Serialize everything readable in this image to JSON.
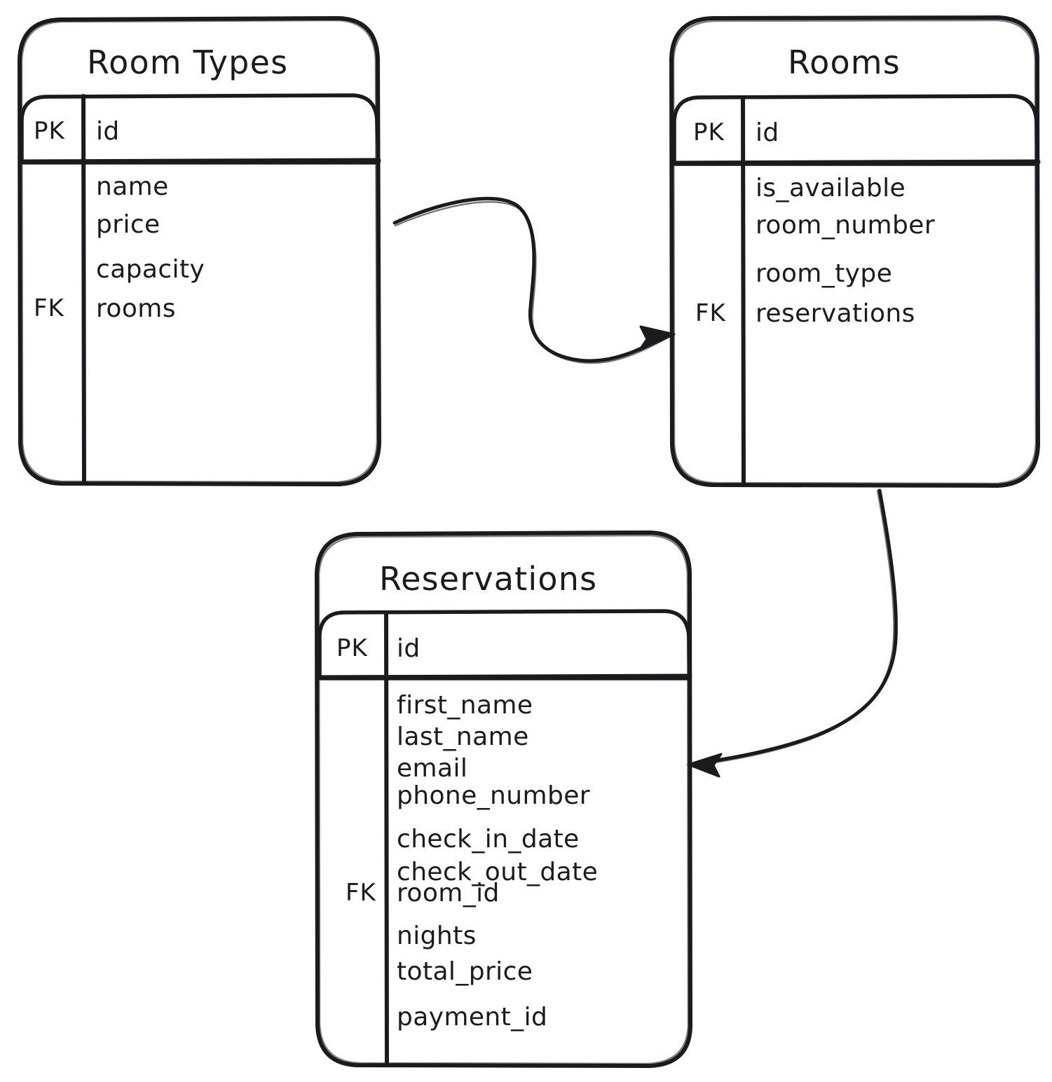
{
  "diagram": {
    "kind": "entity-relationship-diagram",
    "style": "hand-drawn",
    "background_color": "#ffffff",
    "stroke_color": "#1b1b1f"
  },
  "entities": [
    {
      "id": "room_types",
      "title": "Room Types",
      "key_column_header": "PK",
      "primary_key_field": "id",
      "foreign_key_tag": "FK",
      "fields": [
        "name",
        "price",
        "capacity",
        "rooms"
      ]
    },
    {
      "id": "rooms",
      "title": "Rooms",
      "key_column_header": "PK",
      "primary_key_field": "id",
      "foreign_key_tag": "FK",
      "fields": [
        "is_available",
        "room_number",
        "room_type",
        "reservations"
      ]
    },
    {
      "id": "reservations",
      "title": "Reservations",
      "key_column_header": "PK",
      "primary_key_field": "id",
      "foreign_key_tag": "FK",
      "fields": [
        "first_name",
        "last_name",
        "email",
        "phone_number",
        "check_in_date",
        "check_out_date",
        "room_id",
        "nights",
        "total_price",
        "payment_id"
      ]
    }
  ],
  "relationships": [
    {
      "id": "room_types_to_rooms",
      "from": "Room Types",
      "to": "Rooms",
      "arrow": "single-ended"
    },
    {
      "id": "rooms_to_reservations",
      "from": "Rooms",
      "to": "Reservations",
      "arrow": "single-ended"
    }
  ]
}
